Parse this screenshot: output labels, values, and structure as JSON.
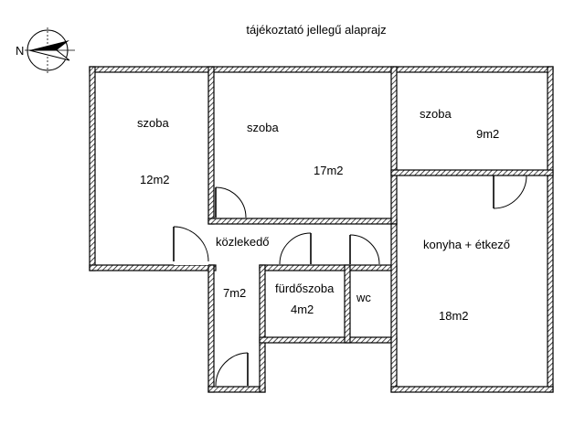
{
  "title": "tájékoztató jellegű alaprajz",
  "compass": {
    "label": "N",
    "icon": "compass-north-icon"
  },
  "rooms": [
    {
      "id": "room-left",
      "name": "szoba",
      "area": "12m2"
    },
    {
      "id": "room-middle",
      "name": "szoba",
      "area": "17m2"
    },
    {
      "id": "room-right",
      "name": "szoba",
      "area": "9m2"
    },
    {
      "id": "hallway",
      "name": "közlekedő",
      "area": "7m2"
    },
    {
      "id": "bathroom",
      "name": "fürdőszoba",
      "area": "4m2"
    },
    {
      "id": "wc",
      "name": "wc",
      "area": ""
    },
    {
      "id": "kitchen",
      "name": "konyha + étkező",
      "area": "18m2"
    }
  ],
  "colors": {
    "wall": "#000000",
    "background": "#ffffff"
  }
}
